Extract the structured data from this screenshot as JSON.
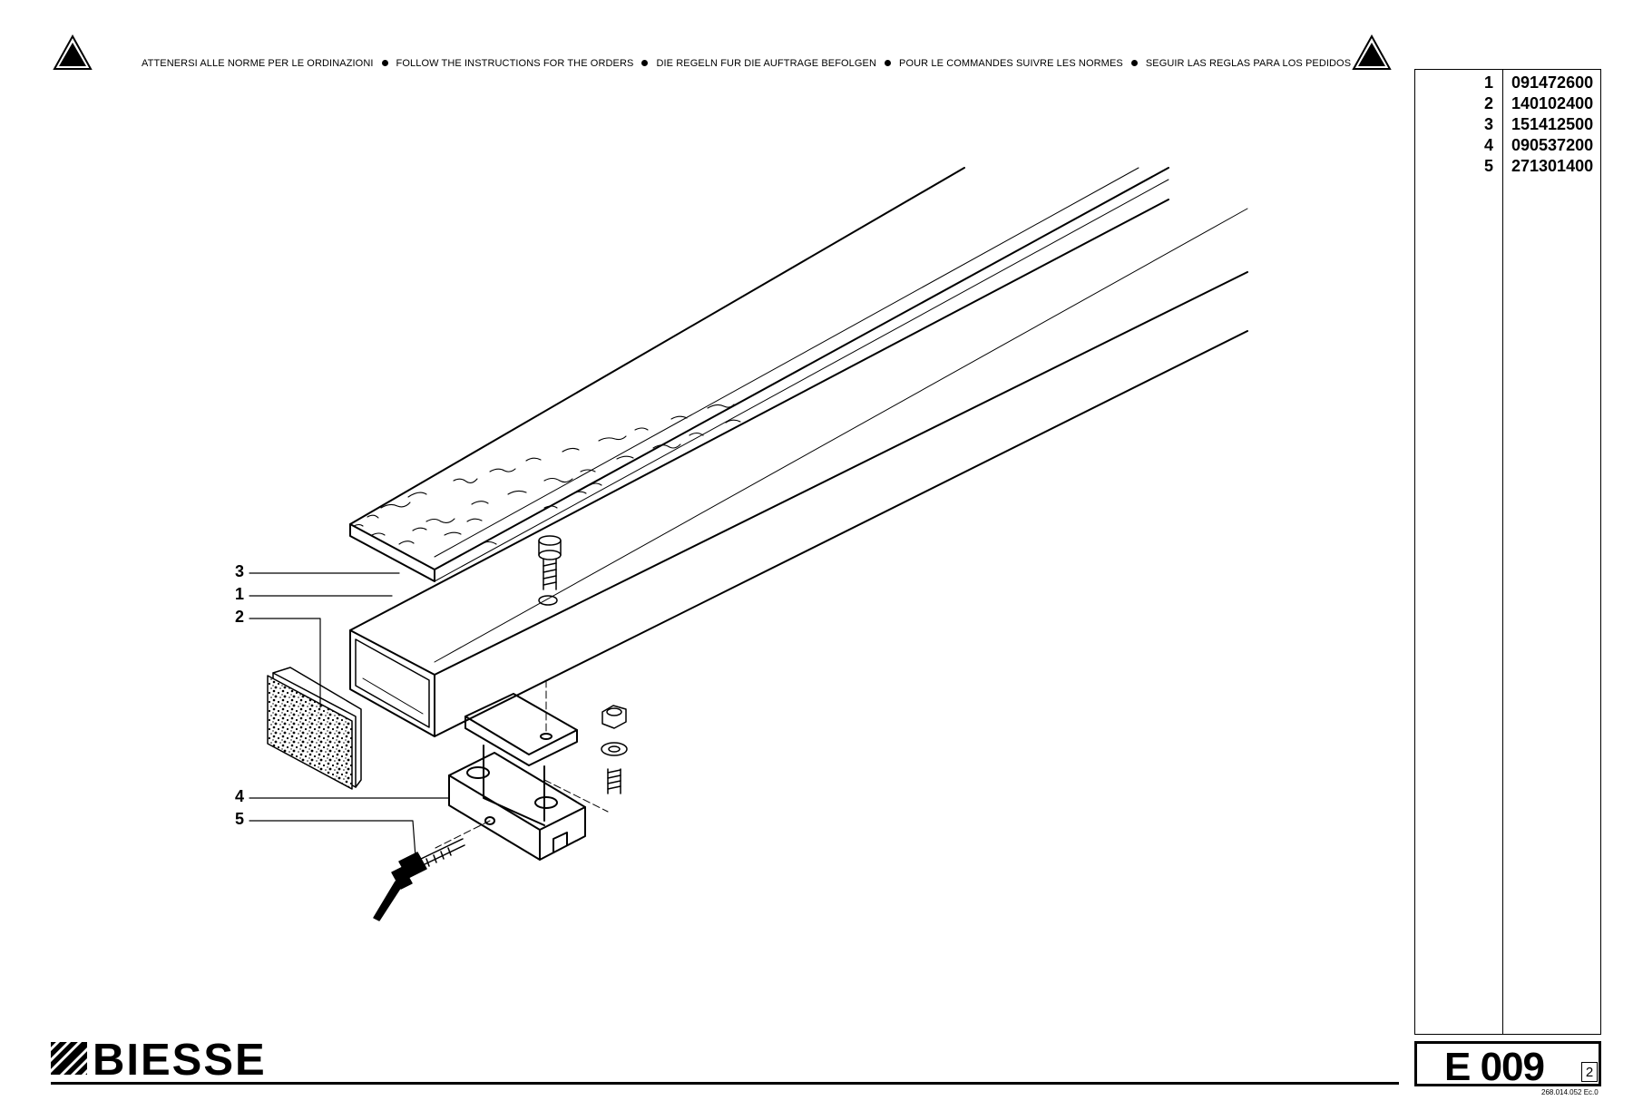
{
  "header": {
    "instructions": [
      "ATTENERSI ALLE NORME PER LE ORDINAZIONI",
      "FOLLOW THE INSTRUCTIONS FOR THE ORDERS",
      "DIE REGELN FUR DIE AUFTRAGE BEFOLGEN",
      "POUR LE COMMANDES SUIVRE LES NORMES",
      "SEGUIR LAS REGLAS PARA LOS PEDIDOS"
    ],
    "warning_icon": "warning-triangle-icon"
  },
  "parts": [
    {
      "num": "1",
      "code": "091472600"
    },
    {
      "num": "2",
      "code": "140102400"
    },
    {
      "num": "3",
      "code": "151412500"
    },
    {
      "num": "4",
      "code": "090537200"
    },
    {
      "num": "5",
      "code": "271301400"
    }
  ],
  "callouts": [
    "3",
    "1",
    "2",
    "4",
    "5"
  ],
  "footer": {
    "brand": "BIESSE",
    "table_code": "E 009",
    "sheet": "2",
    "doc_number": "268.014.052 Ec.0"
  }
}
